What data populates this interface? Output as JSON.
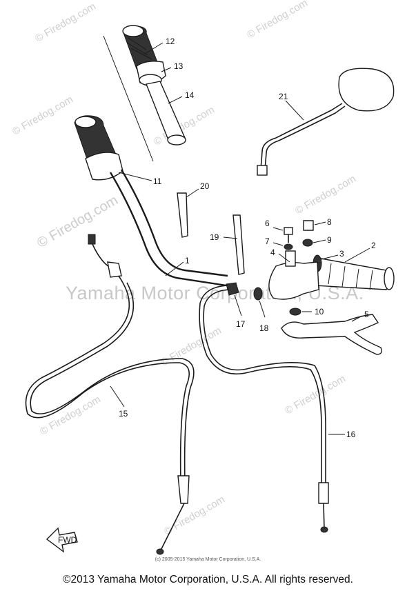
{
  "watermarks": {
    "tiles": [
      "© Firedog.com",
      "© Firedog.com",
      "© Firedog.com",
      "© Firedog.com",
      "© Firedog.com",
      "© Firedog.com",
      "© Firedog.com",
      "© Firedog.com",
      "© Firedog.com"
    ],
    "large": "© Firedog.com",
    "center": "Yamaha Motor Corporation, U.S.A."
  },
  "callouts": [
    "1",
    "2",
    "3",
    "4",
    "5",
    "6",
    "7",
    "8",
    "9",
    "10",
    "11",
    "12",
    "13",
    "14",
    "15",
    "16",
    "17",
    "18",
    "19",
    "20",
    "21"
  ],
  "fwd_label": "FWD",
  "small_copyright": "(c) 2005-2015 Yamaha Motor Corporation, U.S.A.",
  "footer": "©2013 Yamaha Motor Corporation, U.S.A. All rights reserved."
}
